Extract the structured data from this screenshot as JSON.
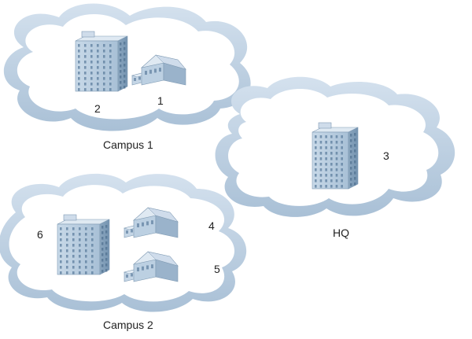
{
  "clouds": [
    {
      "id": "campus-1",
      "label": "Campus 1"
    },
    {
      "id": "hq",
      "label": "HQ"
    },
    {
      "id": "campus-2",
      "label": "Campus 2"
    }
  ],
  "sites": [
    {
      "number": "1",
      "building": "low-building",
      "cloud": "campus-1"
    },
    {
      "number": "2",
      "building": "tower",
      "cloud": "campus-1"
    },
    {
      "number": "3",
      "building": "tower",
      "cloud": "hq"
    },
    {
      "number": "4",
      "building": "low-building",
      "cloud": "campus-2"
    },
    {
      "number": "5",
      "building": "low-building",
      "cloud": "campus-2"
    },
    {
      "number": "6",
      "building": "tower",
      "cloud": "campus-2"
    }
  ],
  "colors": {
    "cloud_outer": "#c2d3e3",
    "cloud_shadow": "#9fb8cf",
    "cloud_inner": "#ffffff",
    "building_front": "#b7cde0",
    "building_side": "#8ea9c2",
    "building_roof": "#dfe9f2",
    "window": "#5c7e9e"
  }
}
